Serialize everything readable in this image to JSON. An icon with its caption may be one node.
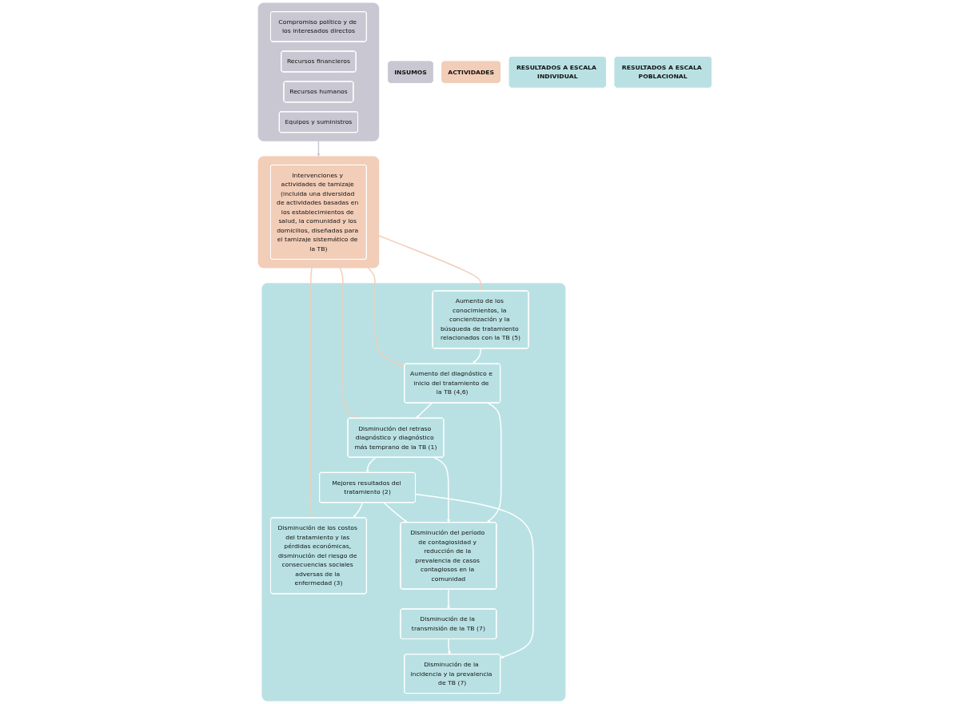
{
  "diagram": {
    "nodes": [
      {
        "text": [
          "INSUMOS"
        ]
      },
      {
        "text": [
          "ACTIVIDADES"
        ]
      },
      {
        "text": [
          "RESULTADOS A ESCALA INDIVIDUAL"
        ]
      },
      {
        "text": [
          "RESULTADOS A ESCALA POBLACIONAL"
        ]
      },
      {
        "text": [],
        "shape": "box"
      },
      {
        "text": [
          "Compromiso político y de los interesados directos"
        ],
        "in": 4
      },
      {
        "text": [
          "Recursos financieros"
        ],
        "in": 4
      },
      {
        "text": [
          "Recursos humanos"
        ],
        "in": 4
      },
      {
        "text": [
          "Equipos y suministros"
        ],
        "in": 4
      },
      {
        "text": [],
        "shape": "box"
      },
      {
        "text": [
          "Intervenciones y actividades de tamizaje (incluida una diversidad de actividades basadas en los establecimientos de salud, la comunidad y los domicilios, diseñadas para el tamizaje sistemático de la TB)"
        ],
        "in": 9
      },
      {
        "text": [],
        "shape": "box"
      },
      {
        "text": [
          "Aumento de los conocimientos, la concientización y la búsqueda de tratamiento relacionados con la TB (5)"
        ],
        "in": 11
      },
      {
        "text": [
          "Aumento del diagnóstico e inicio del tratamiento de la TB (4,6)"
        ],
        "in": 11
      },
      {
        "text": [
          "Disminución del retraso diagnóstico y diagnóstico más temprano de la TB (1)"
        ],
        "in": 11
      },
      {
        "text": [
          "Mejores resultados del tratamiento (2)"
        ],
        "in": 11
      },
      {
        "text": [
          "Disminución de los costos del tratamiento y las pérdidas económicas, disminución del riesgo de consecuencias sociales adversas de la enfermedad (3)"
        ],
        "in": 11
      },
      {
        "text": [
          "Disminución del período de contagiosidad y reducción de la prevalencia de casos contagiosos en la comunidad"
        ],
        "in": 11
      },
      {
        "text": [
          "Disminución de la transmisión de la TB (7)"
        ],
        "in": 11
      },
      {
        "text": [
          "Disminución de la incidencia y la prevalencia de TB (7)"
        ],
        "in": 11
      }
    ],
    "edges": [
      {
        "from": 4,
        "to": 9,
        "arrow": "to",
        "color": "#c9c7d1"
      },
      {
        "from": 9,
        "to": 12,
        "arrow": "to",
        "color": "#f2cdb8"
      },
      {
        "from": 9,
        "to": 13,
        "arrow": "to",
        "color": "#f2cdb8"
      },
      {
        "from": 9,
        "to": 14,
        "arrow": "to",
        "color": "#f2cdb8"
      },
      {
        "from": 9,
        "to": 16,
        "arrow": "to",
        "color": "#f2cdb8"
      },
      {
        "from": 12,
        "to": 13,
        "arrow": "to"
      },
      {
        "from": 13,
        "to": 14,
        "arrow": "to"
      },
      {
        "from": 13,
        "to": 17,
        "arrow": "to"
      },
      {
        "from": 14,
        "to": 15,
        "arrow": "to"
      },
      {
        "from": 15,
        "to": 16,
        "arrow": "to"
      },
      {
        "from": 14,
        "to": 17,
        "arrow": "to"
      },
      {
        "from": 15,
        "to": 17,
        "arrow": "to"
      },
      {
        "from": 15,
        "to": 19,
        "arrow": "to"
      },
      {
        "from": 17,
        "to": 18,
        "arrow": "to"
      },
      {
        "from": 18,
        "to": 19,
        "arrow": "to"
      }
    ]
  }
}
